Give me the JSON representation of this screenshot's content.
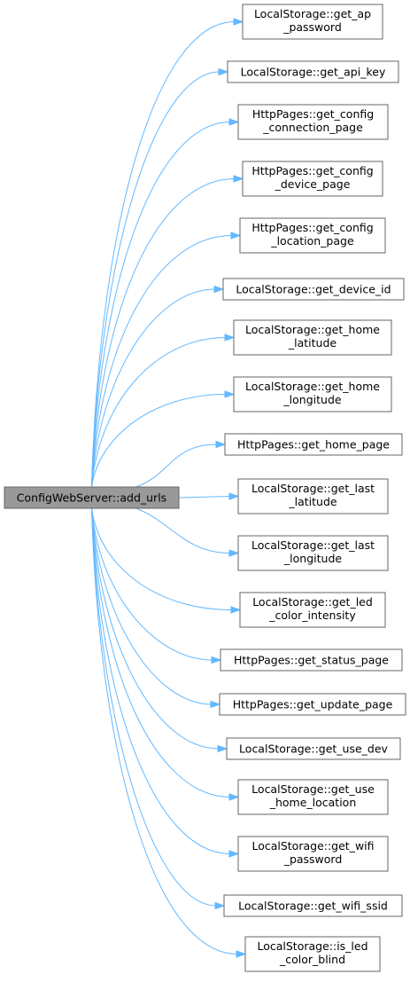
{
  "colors": {
    "edge": "#63b8ff",
    "root_fill": "#999999",
    "node_border": "#666666",
    "node_fill": "#ffffff"
  },
  "root": {
    "label": "ConfigWebServer::add_urls"
  },
  "callees": [
    {
      "lines": [
        "LocalStorage::get_ap",
        "_password"
      ]
    },
    {
      "lines": [
        "LocalStorage::get_api_key"
      ]
    },
    {
      "lines": [
        "HttpPages::get_config",
        "_connection_page"
      ]
    },
    {
      "lines": [
        "HttpPages::get_config",
        "_device_page"
      ]
    },
    {
      "lines": [
        "HttpPages::get_config",
        "_location_page"
      ]
    },
    {
      "lines": [
        "LocalStorage::get_device_id"
      ]
    },
    {
      "lines": [
        "LocalStorage::get_home",
        "_latitude"
      ]
    },
    {
      "lines": [
        "LocalStorage::get_home",
        "_longitude"
      ]
    },
    {
      "lines": [
        "HttpPages::get_home_page"
      ]
    },
    {
      "lines": [
        "LocalStorage::get_last",
        "_latitude"
      ]
    },
    {
      "lines": [
        "LocalStorage::get_last",
        "_longitude"
      ]
    },
    {
      "lines": [
        "LocalStorage::get_led",
        "_color_intensity"
      ]
    },
    {
      "lines": [
        "HttpPages::get_status_page"
      ]
    },
    {
      "lines": [
        "HttpPages::get_update_page"
      ]
    },
    {
      "lines": [
        "LocalStorage::get_use_dev"
      ]
    },
    {
      "lines": [
        "LocalStorage::get_use",
        "_home_location"
      ]
    },
    {
      "lines": [
        "LocalStorage::get_wifi",
        "_password"
      ]
    },
    {
      "lines": [
        "LocalStorage::get_wifi_ssid"
      ]
    },
    {
      "lines": [
        "LocalStorage::is_led",
        "_color_blind"
      ]
    }
  ]
}
